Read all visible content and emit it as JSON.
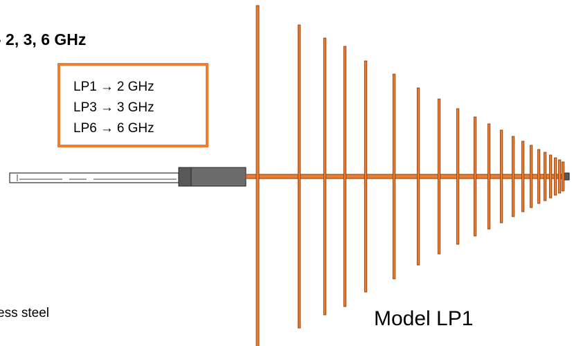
{
  "heading": "- 2, 3, 6 GHz",
  "models": [
    {
      "model": "LP1",
      "arrow": "→",
      "freq": "2 GHz"
    },
    {
      "model": "LP3",
      "arrow": "→",
      "freq": "3 GHz"
    },
    {
      "model": "LP6",
      "arrow": "→",
      "freq": "6 GHz"
    }
  ],
  "material_text": "ess steel",
  "model_label": "Model LP1",
  "colors": {
    "accent": "#ed7d31",
    "element_stroke": "#7f3b0c",
    "connector": "#595959",
    "mast_stroke": "#404040"
  }
}
